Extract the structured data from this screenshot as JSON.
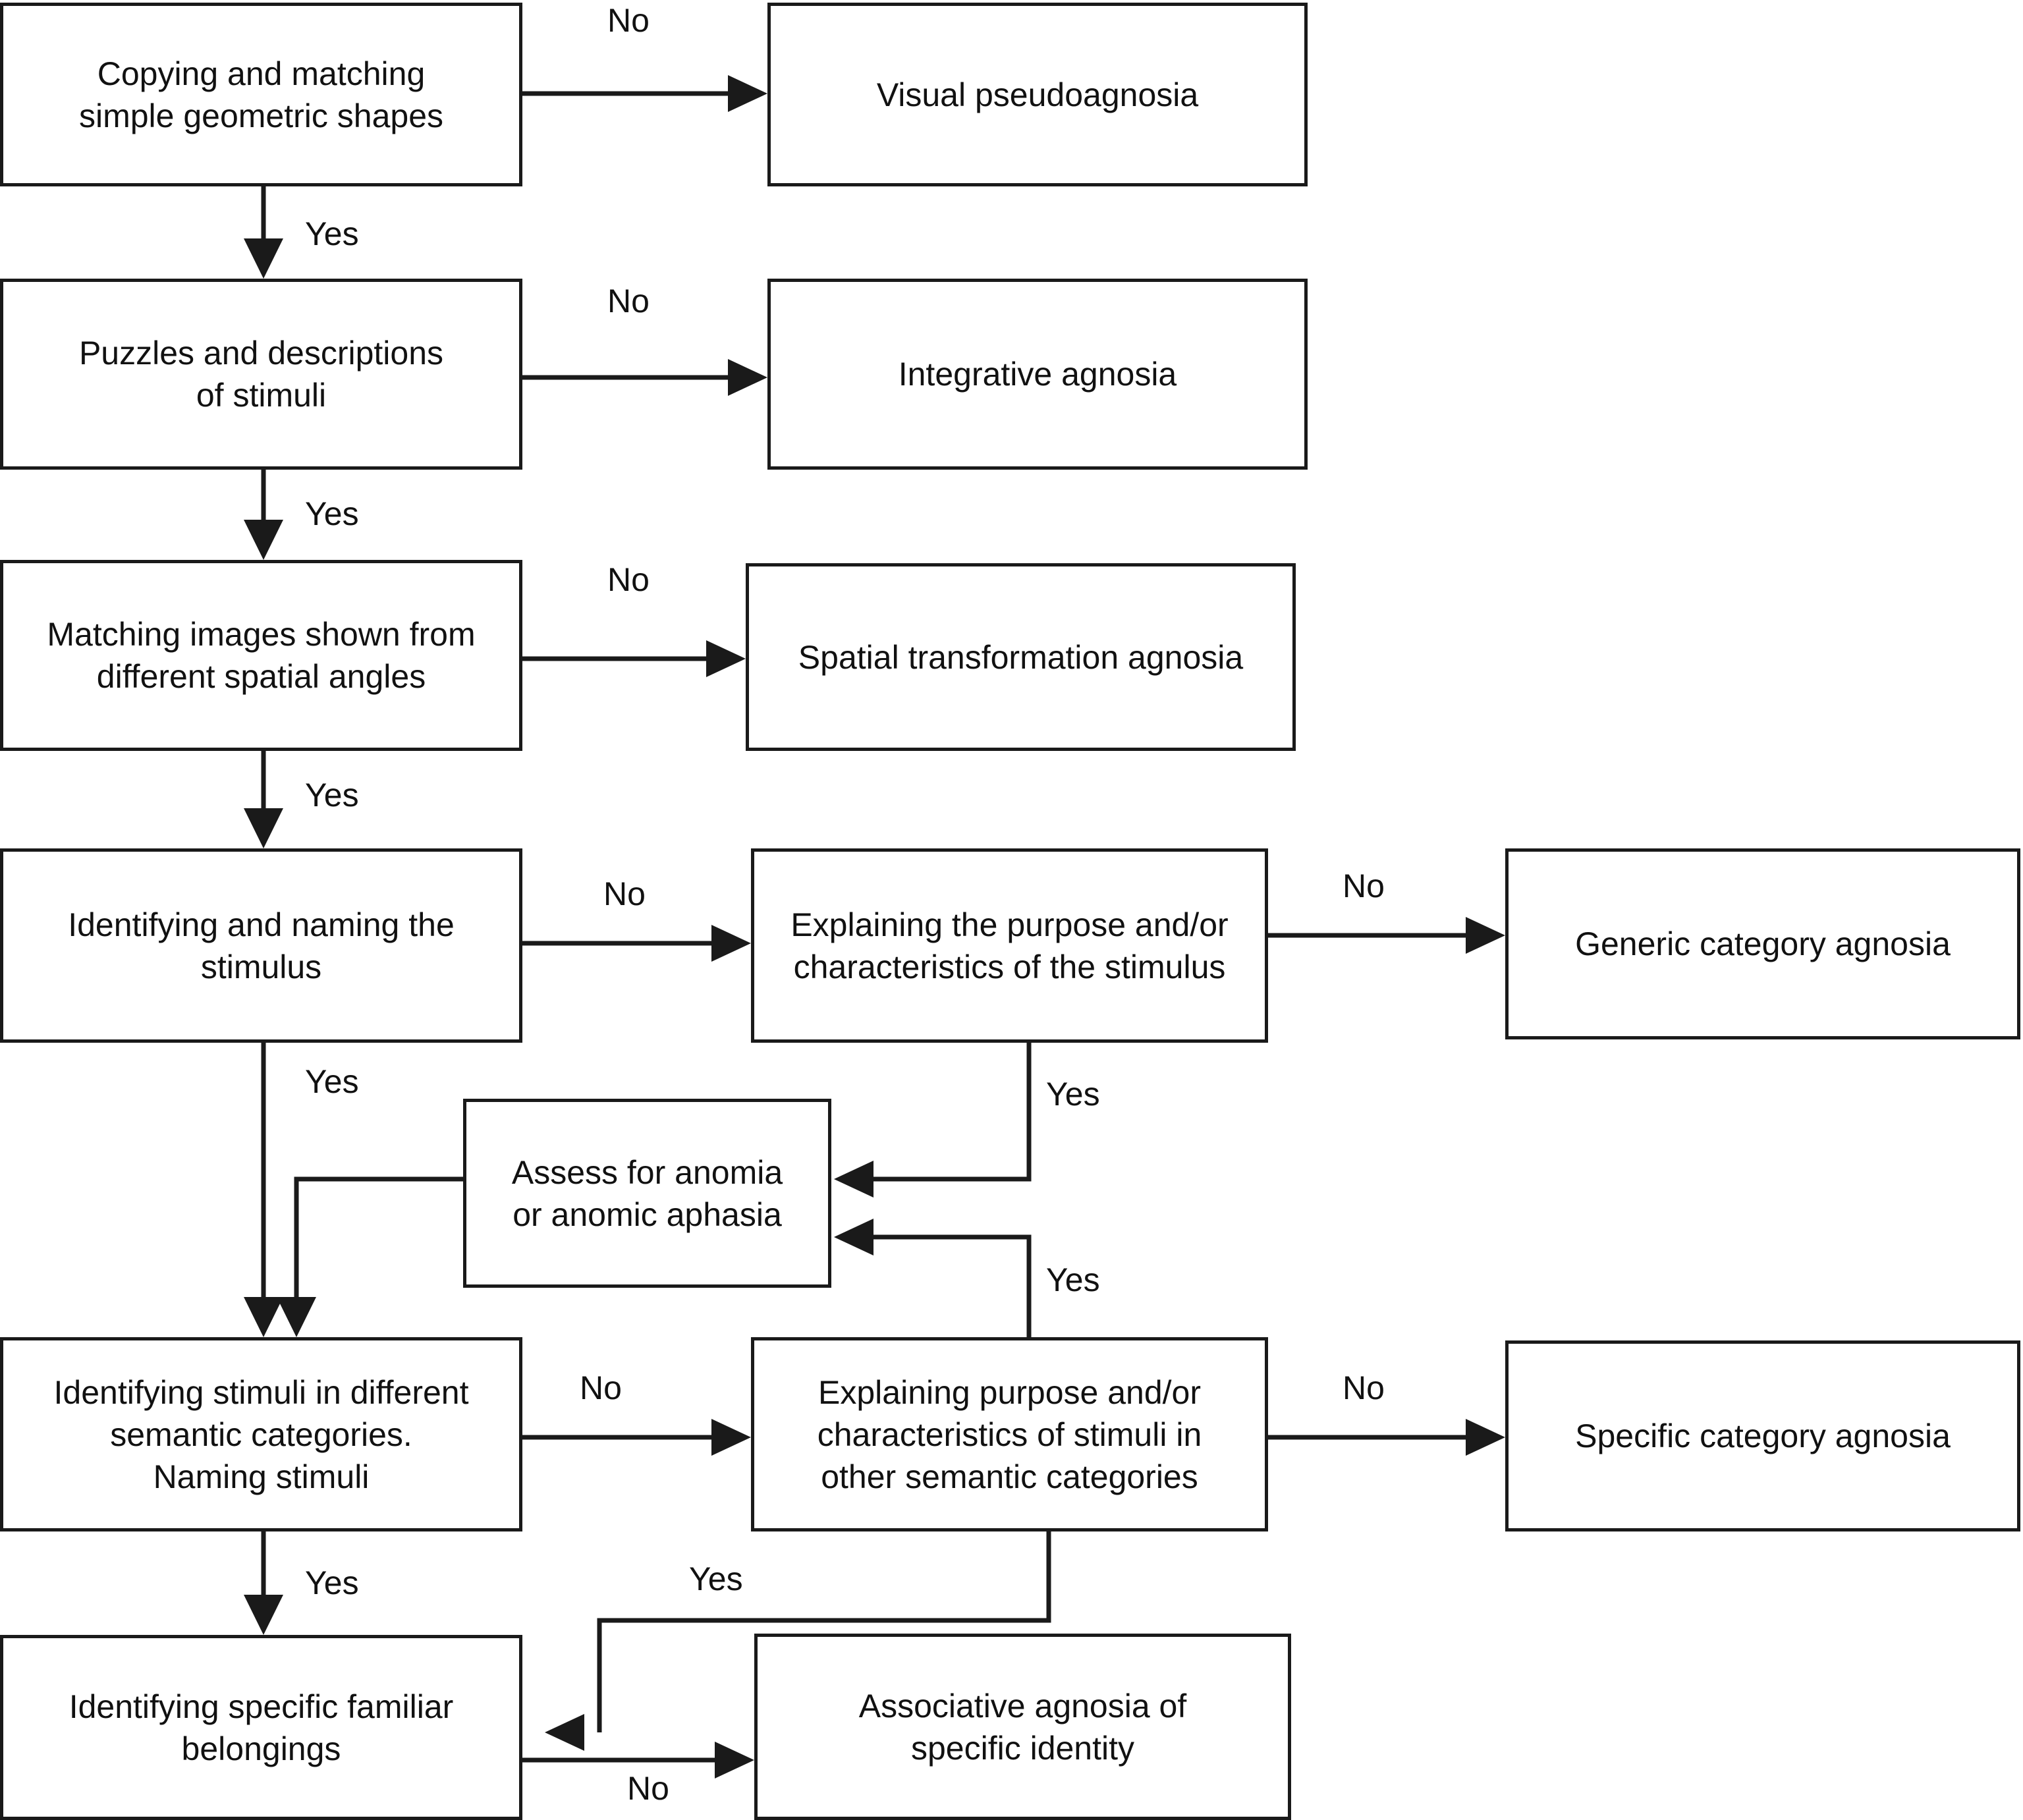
{
  "diagram": {
    "type": "flowchart",
    "title": "Agnosia assessment decision flowchart",
    "colors": {
      "line": "#1a1a1a",
      "box_border": "#1a1a1a",
      "background": "#ffffff",
      "text": "#111111"
    },
    "nodes": [
      {
        "id": "n1",
        "label_lines": [
          "Copying and matching",
          "simple geometric shapes"
        ]
      },
      {
        "id": "o1",
        "label_lines": [
          "Visual pseudoagnosia"
        ]
      },
      {
        "id": "n2",
        "label_lines": [
          "Puzzles and descriptions",
          "of stimuli"
        ]
      },
      {
        "id": "o2",
        "label_lines": [
          "Integrative agnosia"
        ]
      },
      {
        "id": "n3",
        "label_lines": [
          "Matching images shown from",
          "different spatial angles"
        ]
      },
      {
        "id": "o3",
        "label_lines": [
          "Spatial transformation agnosia"
        ]
      },
      {
        "id": "n4",
        "label_lines": [
          "Identifying and naming the",
          "stimulus"
        ]
      },
      {
        "id": "n5",
        "label_lines": [
          "Explaining the purpose and/or",
          "characteristics of the stimulus"
        ]
      },
      {
        "id": "o4",
        "label_lines": [
          "Generic category agnosia"
        ]
      },
      {
        "id": "n6",
        "label_lines": [
          "Assess for anomia",
          "or anomic aphasia"
        ]
      },
      {
        "id": "n7",
        "label_lines": [
          "Identifying stimuli in different",
          "semantic categories.",
          "Naming stimuli"
        ]
      },
      {
        "id": "n8",
        "label_lines": [
          "Explaining purpose and/or",
          "characteristics of stimuli in",
          "other semantic categories"
        ]
      },
      {
        "id": "o5",
        "label_lines": [
          "Specific category agnosia"
        ]
      },
      {
        "id": "n9",
        "label_lines": [
          "Identifying specific familiar",
          "belongings"
        ]
      },
      {
        "id": "o6",
        "label_lines": [
          "Associative agnosia of",
          "specific identity"
        ]
      }
    ],
    "edge_labels": [
      {
        "id": "e1",
        "text": "No"
      },
      {
        "id": "e2",
        "text": "Yes"
      },
      {
        "id": "e3",
        "text": "No"
      },
      {
        "id": "e4",
        "text": "Yes"
      },
      {
        "id": "e5",
        "text": "No"
      },
      {
        "id": "e6",
        "text": "Yes"
      },
      {
        "id": "e7",
        "text": "No"
      },
      {
        "id": "e8",
        "text": "No"
      },
      {
        "id": "e9",
        "text": "Yes"
      },
      {
        "id": "e10",
        "text": "Yes"
      },
      {
        "id": "e11",
        "text": "Yes"
      },
      {
        "id": "e12",
        "text": "No"
      },
      {
        "id": "e13",
        "text": "No"
      },
      {
        "id": "e14",
        "text": "Yes"
      },
      {
        "id": "e15",
        "text": "Yes"
      },
      {
        "id": "e16",
        "text": "No"
      }
    ]
  }
}
